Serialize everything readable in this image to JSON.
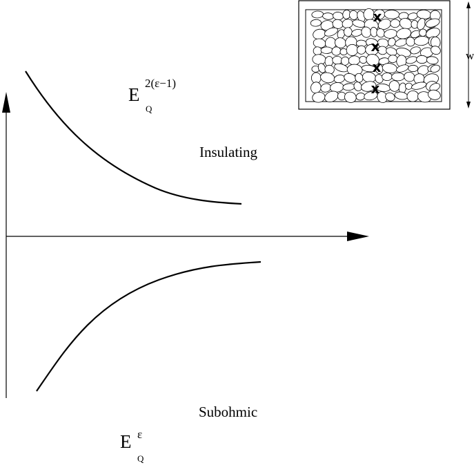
{
  "labels": {
    "insulating": "Insulating",
    "subohmic": "Subohmic",
    "width": "w"
  },
  "formula_top": {
    "base": "E",
    "sub": "Q",
    "sup": "2(ε−1)"
  },
  "formula_bottom": {
    "base": "E",
    "sub": "Q",
    "sup": "ε"
  },
  "inset": {
    "description_icon": "granular-film-icon",
    "junction_marks": [
      "x",
      "x",
      "x",
      "x"
    ]
  },
  "colors": {
    "ink": "#000000",
    "background": "#ffffff"
  }
}
